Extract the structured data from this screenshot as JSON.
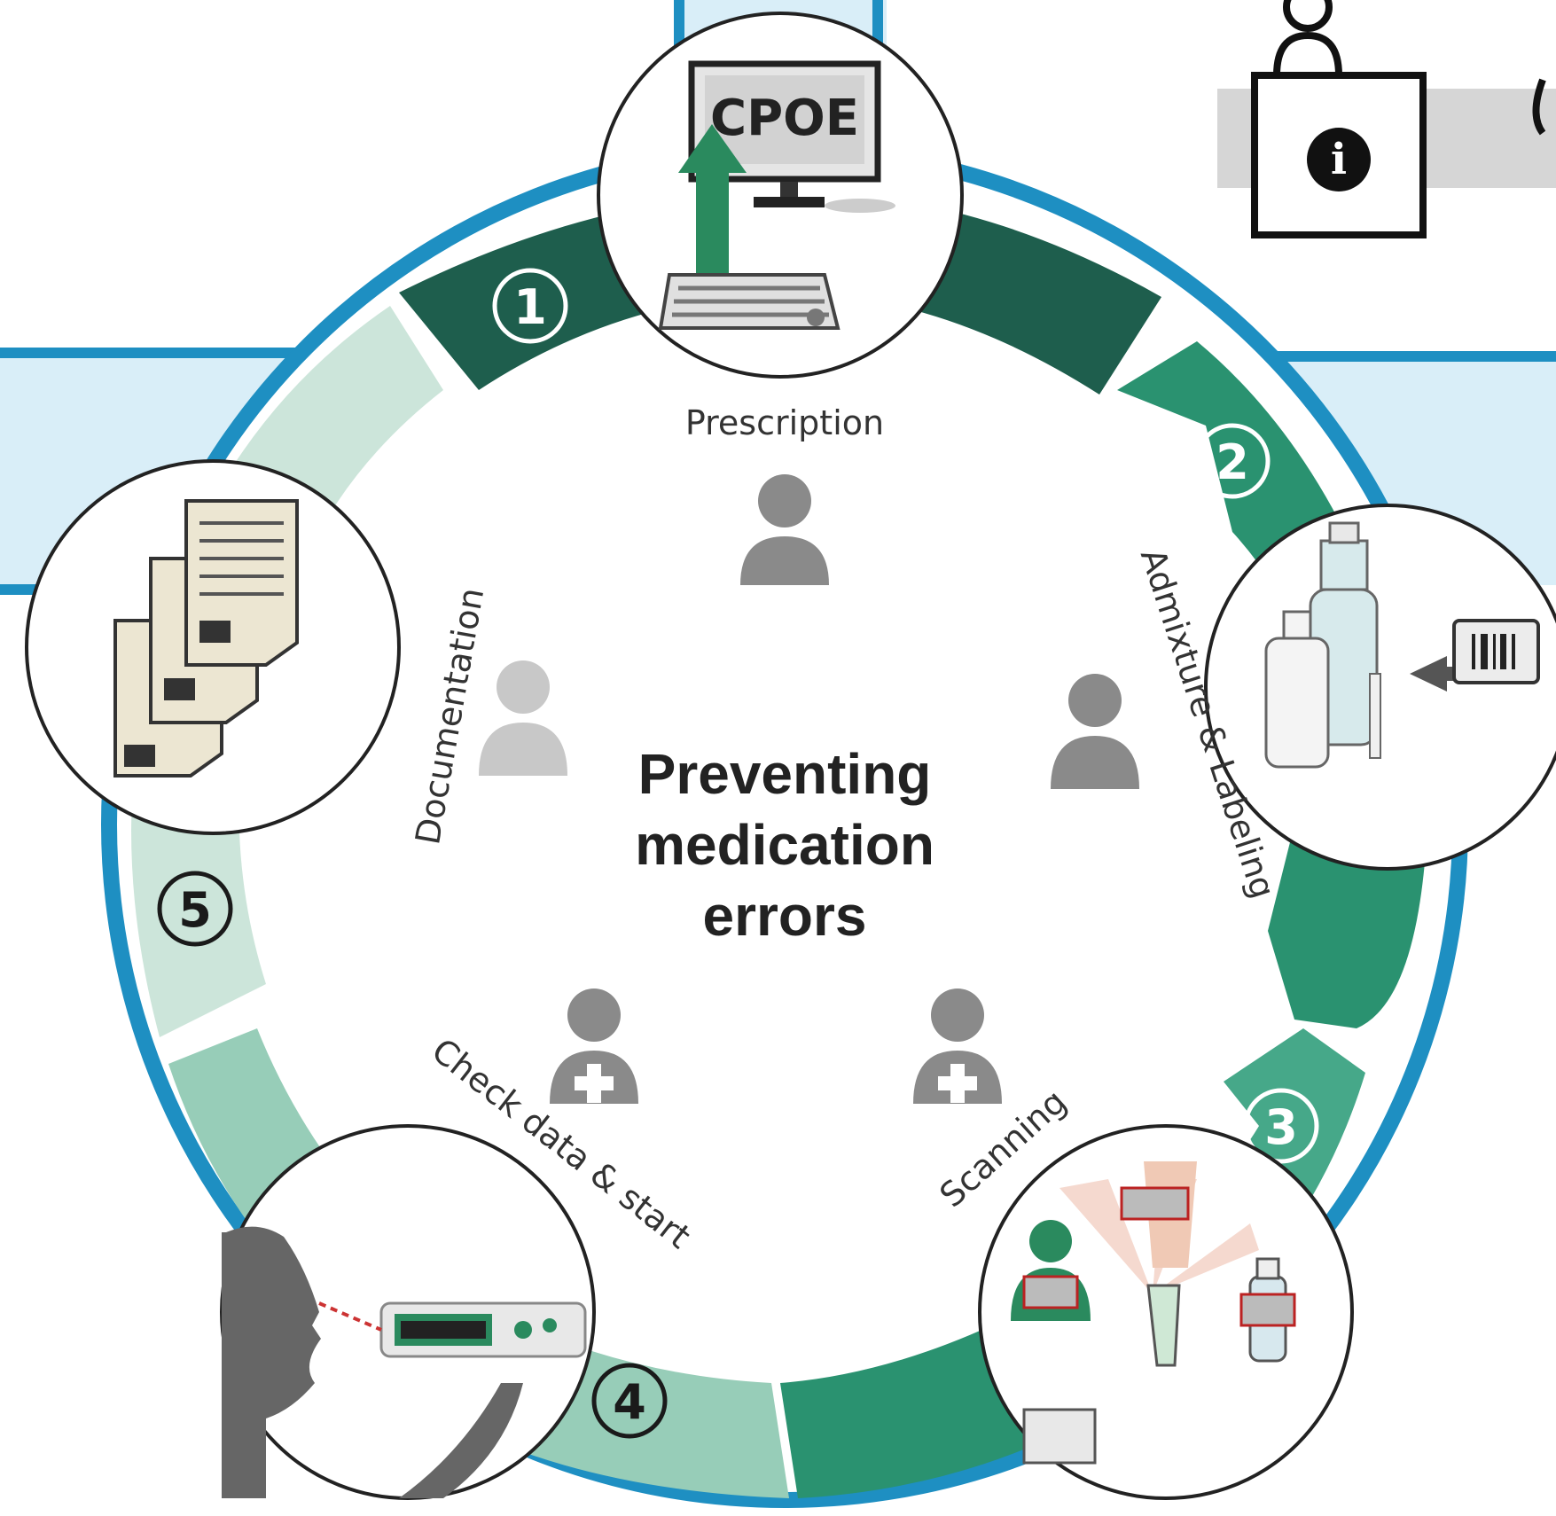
{
  "center_title": [
    "Preventing",
    "medication",
    "errors"
  ],
  "cpoe_label": "CPOE",
  "steps": [
    {
      "number": "1",
      "label": "Prescription"
    },
    {
      "number": "2",
      "label": "Admixture & Labeling"
    },
    {
      "number": "3",
      "label": "Scanning"
    },
    {
      "number": "4",
      "label": "Check data & start"
    },
    {
      "number": "5",
      "label": "Documentation"
    }
  ],
  "info_icon": "i",
  "colors": {
    "frame_blue": "#1e8fc2",
    "light_blue_fill": "#d9eef8",
    "step1": "#1e5e4d",
    "step2": "#2a9270",
    "step3": "#46a889",
    "step4": "#97cdb8",
    "step5": "#cce5da",
    "person_gray": "#8a8a8a"
  },
  "icons": [
    "cpoe-monitor-icon",
    "keyboard-icon",
    "bottles-icon",
    "barcode-icon",
    "scanner-icon",
    "infusion-pump-icon",
    "documents-icon",
    "doctor-icon",
    "pharmacist-icon",
    "nurse-icon",
    "info-icon"
  ]
}
